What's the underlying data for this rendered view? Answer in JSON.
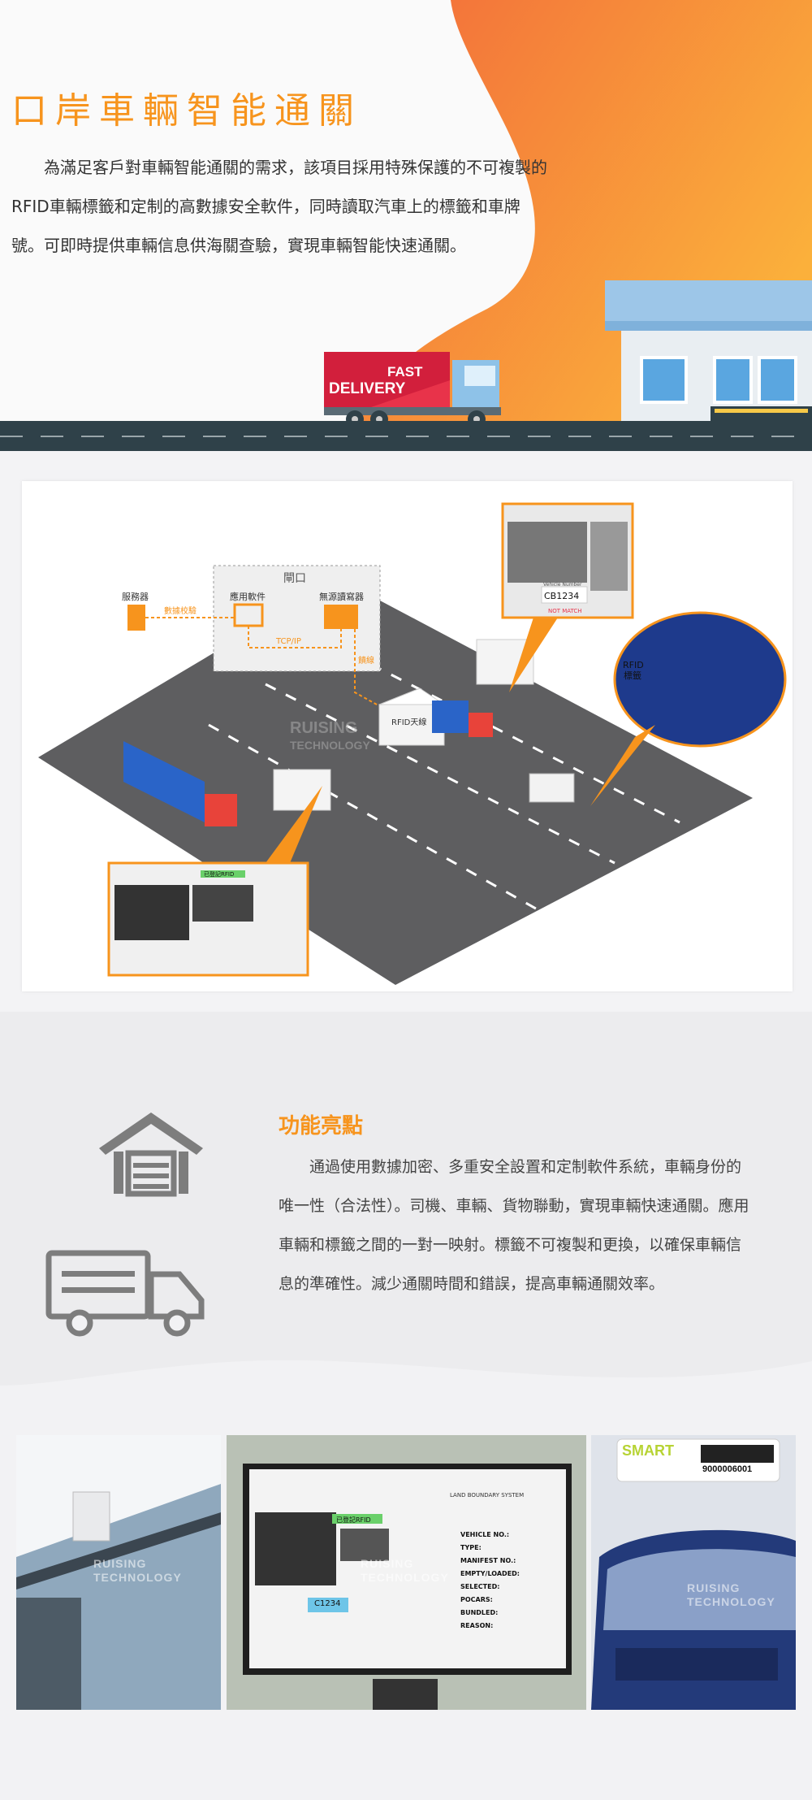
{
  "hero": {
    "title": "口岸車輛智能通關",
    "intro": "為滿足客戶對車輛智能通關的需求，該項目採用特殊保護的不可複製的RFID車輛標籤和定制的高數據安全軟件，同時讀取汽車上的標籤和車牌號。可即時提供車輛信息供海關查驗，實現車輛智能快速通關。",
    "truck_line1": "FAST",
    "truck_line2": "DELIVERY"
  },
  "diagram": {
    "gate_label": "閘口",
    "server_label": "服務器",
    "app_label": "應用軟件",
    "reader_label": "無源讀寫器",
    "verify_label": "數據校驗",
    "tcpip_label": "TCP/IP",
    "feeder_label": "饋線",
    "antenna_label": "RFID天線",
    "tag_label_1": "RFID",
    "tag_label_2": "標籤",
    "plate_label": "Vehicle Number",
    "plate_number": "CB1234",
    "match_label": "NOT MATCH",
    "screen_status": "已登記RFID",
    "watermark_1": "RUISING",
    "watermark_2": "TECHNOLOGY"
  },
  "highlights": {
    "title": "功能亮點",
    "text": "通過使用數據加密、多重安全設置和定制軟件系統，車輛身份的唯一性（合法性）。司機、車輛、貨物聯動，實現車輛快速通關。應用車輛和標籤之間的一對一映射。標籤不可複製和更換，以確保車輛信息的準確性。減少通關時間和錯誤，提高車輛通關效率。",
    "icon_1": "garage-icon",
    "icon_2": "truck-icon"
  },
  "photos": {
    "monitor_header": "LAND BOUNDARY SYSTEM",
    "monitor_status": "已登記RFID",
    "monitor_plate": "C1234",
    "monitor_vehicle_no_label": "VEHICLE NO.:",
    "monitor_type_label": "TYPE:",
    "monitor_manifest_label": "MANIFEST NO.:",
    "monitor_empty_label": "EMPTY/LOADED:",
    "monitor_selected_label": "SELECTED:",
    "monitor_pocars_label": "POCARS:",
    "monitor_bundled_label": "BUNDLED:",
    "monitor_reason_label": "REASON:",
    "smart_logo": "SMART",
    "smart_number": "9000006001",
    "watermark_1": "RUISING",
    "watermark_2": "TECHNOLOGY"
  },
  "colors": {
    "accent": "#f7941d",
    "road": "#2f4149",
    "hero_gradient_start": "#f26a3a",
    "hero_gradient_end": "#fbb03b"
  }
}
